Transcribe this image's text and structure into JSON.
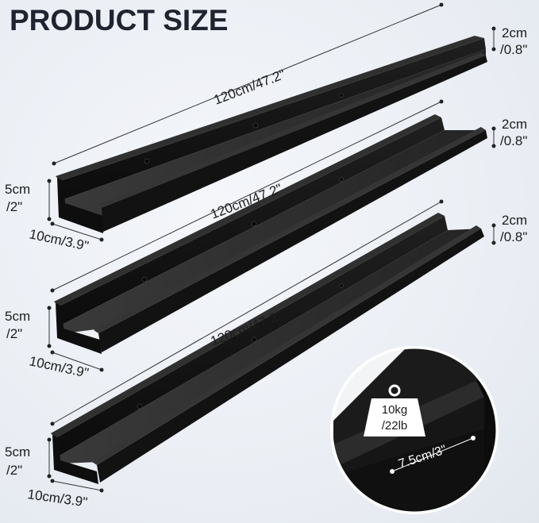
{
  "title": "PRODUCT SIZE",
  "shelves": [
    {
      "length_label": "120cm/47.2\"",
      "lip_label_cm": "2cm",
      "lip_label_in": "/0.8\"",
      "height_label_cm": "5cm",
      "height_label_in": "/2\"",
      "depth_label": "10cm/3.9\""
    },
    {
      "length_label": "120cm/47.2\"",
      "lip_label_cm": "2cm",
      "lip_label_in": "/0.8\"",
      "height_label_cm": "5cm",
      "height_label_in": "/2\"",
      "depth_label": "10cm/3.9\""
    },
    {
      "length_label": "120cm/47.2\"",
      "lip_label_cm": "2cm",
      "lip_label_in": "/0.8\"",
      "height_label_cm": "5cm",
      "height_label_in": "/2\"",
      "depth_label": "10cm/3.9\""
    }
  ],
  "detail": {
    "weight_kg": "10kg",
    "weight_lb": "/22lb",
    "inner_depth": "7.5cm/3\""
  },
  "colors": {
    "shelf": "#141414",
    "shelf_top": "#2a2a2a",
    "text": "#1c1c1c"
  }
}
